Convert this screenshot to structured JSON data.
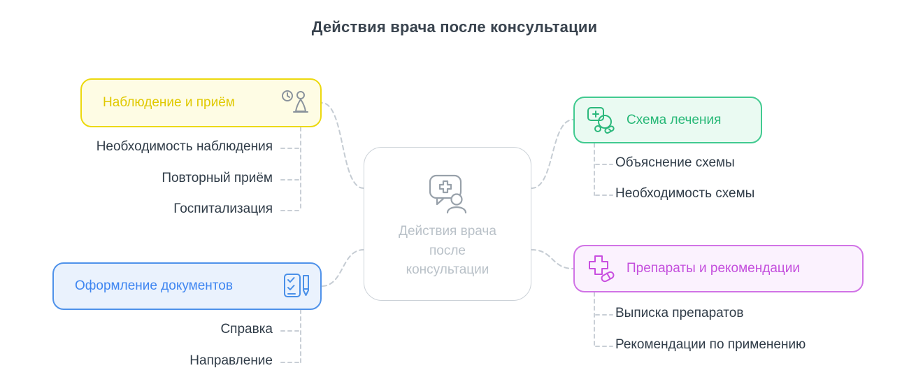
{
  "title": "Действия врача после консультации",
  "center": {
    "label": "Действия врача после консультации",
    "icon": "chat-medical-person-icon",
    "text_color": "#b9c1c8",
    "border_color": "#ccd2d8"
  },
  "branches": {
    "observation": {
      "label": "Наблюдение и приём",
      "icon": "clock-person-icon",
      "accent_color": "#e0c900",
      "border_color": "#ecd90e",
      "background_color": "#fefce4",
      "children": [
        "Необходимость наблюдения",
        "Повторный приём",
        "Госпитализация"
      ]
    },
    "documents": {
      "label": "Оформление документов",
      "icon": "checklist-pen-icon",
      "accent_color": "#3f86f1",
      "border_color": "#4f92ea",
      "background_color": "#eaf2fd",
      "children": [
        "Справка",
        "Направление"
      ]
    },
    "treatment": {
      "label": "Схема лечения",
      "icon": "prescription-pills-icon",
      "accent_color": "#27b877",
      "border_color": "#41ca90",
      "background_color": "#eafaf2",
      "children": [
        "Объяснение схемы",
        "Необходимость схемы"
      ]
    },
    "medications": {
      "label": "Препараты и рекомендации",
      "icon": "medical-cross-pill-icon",
      "accent_color": "#c44fdd",
      "border_color": "#d173e6",
      "background_color": "#fbf2fe",
      "children": [
        "Выписка препаратов",
        "Рекомендации по применению"
      ]
    }
  },
  "connector_color": "#c5ccd3"
}
